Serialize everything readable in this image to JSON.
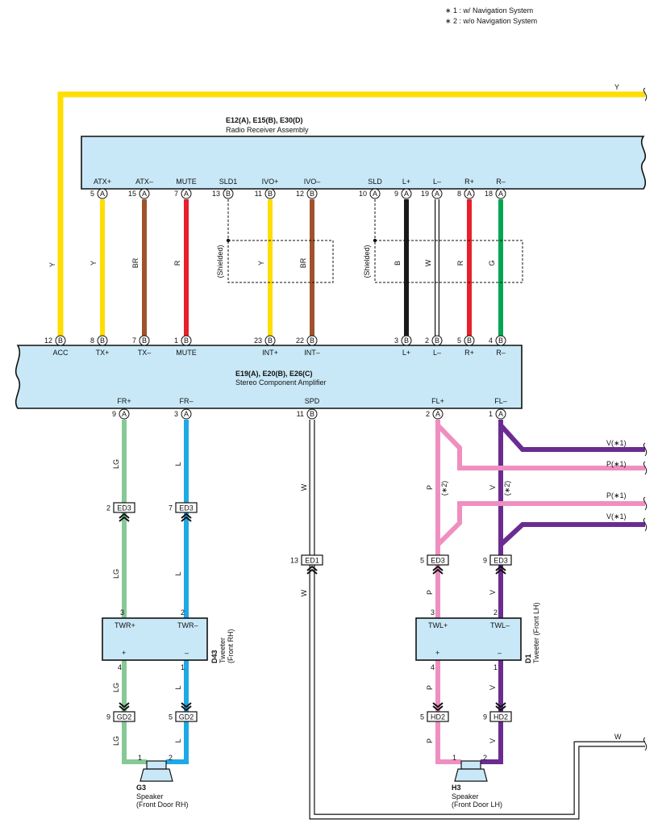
{
  "notes": [
    "∗ 1 : w/ Navigation System",
    "∗ 2 : w/o Navigation System"
  ],
  "colors": {
    "Y": "#ffdd00",
    "BR": "#a0522d",
    "R": "#e8202a",
    "B": "#1a1a1a",
    "W": "#ffffff",
    "G": "#00a651",
    "LG": "#86c995",
    "L": "#1fa8e6",
    "P": "#ef8fc0",
    "V": "#6b2c91",
    "box": "#c9e8f7"
  },
  "radio": {
    "title": "E12(A), E15(B), E30(D)",
    "subtitle": "Radio Receiver Assembly",
    "pins": [
      {
        "name": "ATX+",
        "num": "5",
        "conn": "A",
        "wire": "Y"
      },
      {
        "name": "ATX–",
        "num": "15",
        "conn": "A",
        "wire": "BR"
      },
      {
        "name": "MUTE",
        "num": "7",
        "conn": "A",
        "wire": "R"
      },
      {
        "name": "SLD1",
        "num": "13",
        "conn": "B",
        "wire": ""
      },
      {
        "name": "IVO+",
        "num": "11",
        "conn": "B",
        "wire": "Y"
      },
      {
        "name": "IVO–",
        "num": "12",
        "conn": "B",
        "wire": "BR"
      },
      {
        "name": "SLD",
        "num": "10",
        "conn": "A",
        "wire": ""
      },
      {
        "name": "L+",
        "num": "9",
        "conn": "A",
        "wire": "B"
      },
      {
        "name": "L–",
        "num": "19",
        "conn": "A",
        "wire": "W"
      },
      {
        "name": "R+",
        "num": "8",
        "conn": "A",
        "wire": "R"
      },
      {
        "name": "R–",
        "num": "18",
        "conn": "A",
        "wire": "G"
      }
    ],
    "shielded": "(Shielded)"
  },
  "amp": {
    "title": "E19(A), E20(B), E26(C)",
    "subtitle": "Stereo Component Amplifier",
    "top_pins": [
      {
        "name": "ACC",
        "num": "12",
        "conn": "B"
      },
      {
        "name": "TX+",
        "num": "8",
        "conn": "B"
      },
      {
        "name": "TX–",
        "num": "7",
        "conn": "B"
      },
      {
        "name": "MUTE",
        "num": "1",
        "conn": "B"
      },
      {
        "name": "INT+",
        "num": "23",
        "conn": "B"
      },
      {
        "name": "INT–",
        "num": "22",
        "conn": "B"
      },
      {
        "name": "L+",
        "num": "3",
        "conn": "B"
      },
      {
        "name": "L–",
        "num": "2",
        "conn": "B"
      },
      {
        "name": "R+",
        "num": "5",
        "conn": "B"
      },
      {
        "name": "R–",
        "num": "4",
        "conn": "B"
      }
    ],
    "bottom_pins": [
      {
        "name": "FR+",
        "num": "9",
        "conn": "A"
      },
      {
        "name": "FR–",
        "num": "3",
        "conn": "A"
      },
      {
        "name": "SPD",
        "num": "11",
        "conn": "B"
      },
      {
        "name": "FL+",
        "num": "2",
        "conn": "A"
      },
      {
        "name": "FL–",
        "num": "1",
        "conn": "A"
      }
    ]
  },
  "acc_wire": "Y",
  "wire_labels": {
    "lg": "LG",
    "l": "L",
    "w": "W",
    "p": "P",
    "v": "V",
    "y": "Y"
  },
  "nav_note": "(∗2)",
  "right_edge": {
    "y_top": "Y",
    "v1a": "V(∗1)",
    "p1a": "P(∗1)",
    "p1b": "P(∗1)",
    "v1b": "V(∗1)",
    "w_bottom": "W"
  },
  "junctions": {
    "ed3_r1": {
      "pin": "2",
      "name": "ED3"
    },
    "ed3_r2": {
      "pin": "7",
      "name": "ED3"
    },
    "ed1": {
      "pin": "13",
      "name": "ED1"
    },
    "ed3_l1": {
      "pin": "5",
      "name": "ED3"
    },
    "ed3_l2": {
      "pin": "9",
      "name": "ED3"
    },
    "gd2_a": {
      "pin": "9",
      "name": "GD2"
    },
    "gd2_b": {
      "pin": "5",
      "name": "GD2"
    },
    "hd2_a": {
      "pin": "5",
      "name": "HD2"
    },
    "hd2_b": {
      "pin": "9",
      "name": "HD2"
    }
  },
  "tweeter_rh": {
    "plus": "TWR+",
    "minus": "TWR–",
    "sign_plus": "+",
    "sign_minus": "–",
    "pin_top_p": "3",
    "pin_top_m": "2",
    "pin_bot_p": "4",
    "pin_bot_m": "1",
    "code": "D43",
    "name": "Tweeter",
    "loc": "(Front RH)"
  },
  "tweeter_lh": {
    "plus": "TWL+",
    "minus": "TWL–",
    "sign_plus": "+",
    "sign_minus": "–",
    "pin_top_p": "3",
    "pin_top_m": "2",
    "pin_bot_p": "4",
    "pin_bot_m": "1",
    "code": "D1",
    "name": "Tweeter (Front LH)"
  },
  "speaker_rh": {
    "code": "G3",
    "name": "Speaker",
    "loc": "(Front Door RH)",
    "pin1": "1",
    "pin2": "2"
  },
  "speaker_lh": {
    "code": "H3",
    "name": "Speaker",
    "loc": "(Front Door LH)",
    "pin1": "1",
    "pin2": "2"
  }
}
